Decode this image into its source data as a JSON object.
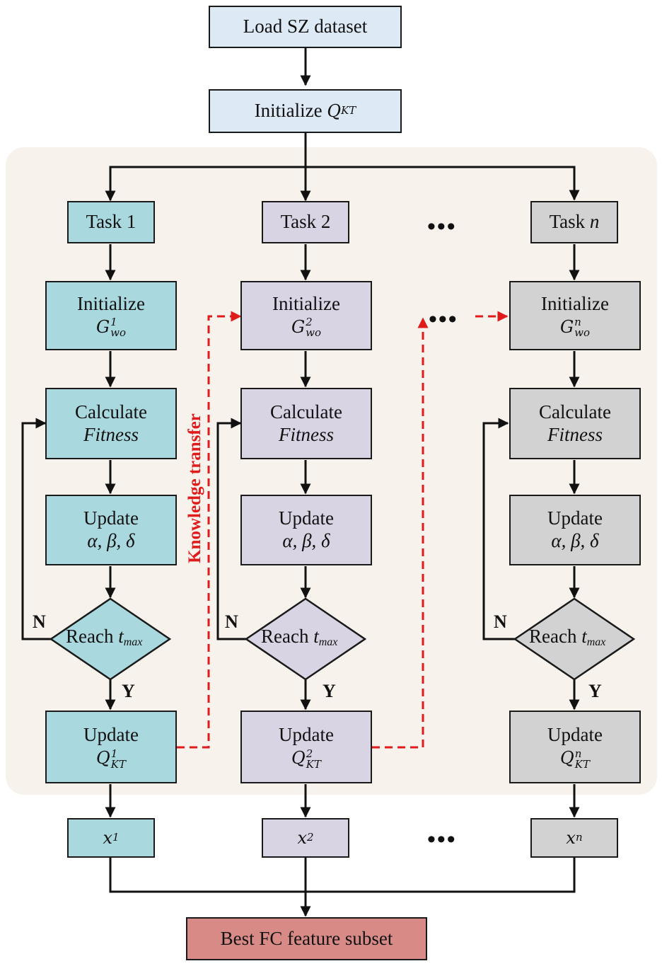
{
  "title_box": "Load SZ dataset",
  "init_qkt": {
    "text": "Initialize",
    "sym": "Q",
    "sub": "KT"
  },
  "tasks": [
    {
      "label": "Task 1",
      "sup": "1",
      "x_sub": "1"
    },
    {
      "label": "Task 2",
      "sup": "2",
      "x_sub": "2"
    },
    {
      "label": "Task",
      "label_var": "n",
      "sup": "n",
      "x_sub": "n"
    }
  ],
  "steps": {
    "initialize": "Initialize",
    "g_sym": "G",
    "g_sub": "wo",
    "calculate": "Calculate",
    "fitness": "Fitness",
    "update": "Update",
    "params": "α, β, δ",
    "reach": "Reach",
    "t_sym": "t",
    "t_sub": "max",
    "q_sym": "Q",
    "q_sub": "KT",
    "x_sym": "x"
  },
  "labels": {
    "no": "N",
    "yes": "Y",
    "ellipsis": "•••",
    "knowledge_transfer": "Knowledge transfer"
  },
  "final_box": "Best FC feature subset",
  "colors": {
    "task1": "#a9d9df",
    "task2": "#d9d4e4",
    "taskn": "#d2d2d2",
    "top": "#dde9f5",
    "final": "#d88b86",
    "transfer": "#e01b1b",
    "panel": "#f8f2ec"
  }
}
